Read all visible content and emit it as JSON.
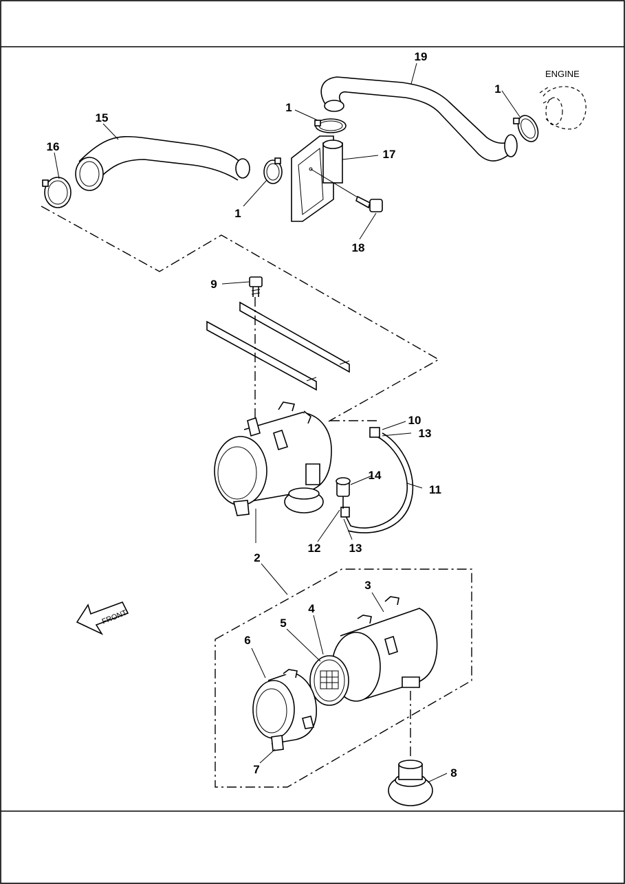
{
  "engine_label": "ENGINE",
  "front_label": "FRONT",
  "callouts": [
    "19",
    "1",
    "1",
    "15",
    "16",
    "17",
    "1",
    "18",
    "9",
    "10",
    "13",
    "14",
    "11",
    "12",
    "13",
    "2",
    "3",
    "4",
    "5",
    "6",
    "7",
    "8"
  ]
}
